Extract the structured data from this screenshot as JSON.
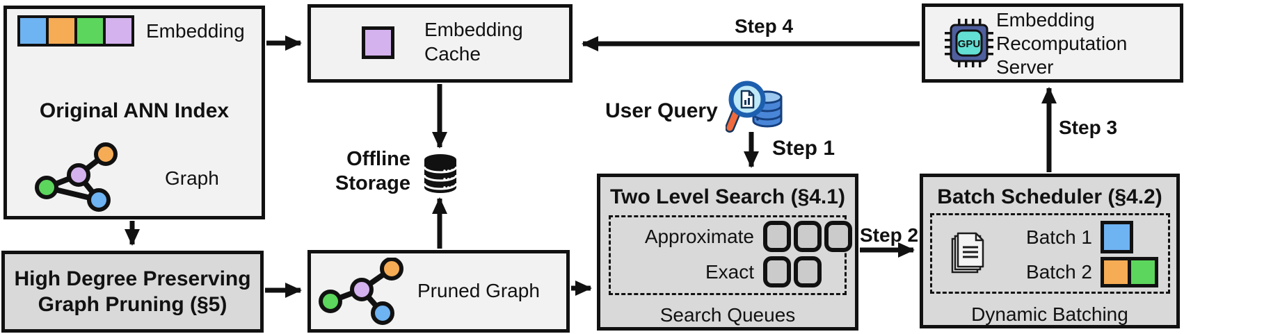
{
  "figure": {
    "ann_index": {
      "title": "Original ANN Index",
      "embedding_label": "Embedding",
      "graph_label": "Graph"
    },
    "pruning": {
      "line1": "High Degree Preserving",
      "line2": "Graph Pruning (§5)"
    },
    "embedding_cache": {
      "line1": "Embedding",
      "line2": "Cache"
    },
    "offline_storage": {
      "line1": "Offline",
      "line2": "Storage"
    },
    "pruned_graph": {
      "label": "Pruned Graph"
    },
    "user_query": {
      "label": "User Query"
    },
    "two_level_search": {
      "title": "Two Level Search (§4.1)",
      "approximate_label": "Approximate",
      "exact_label": "Exact",
      "footer": "Search Queues"
    },
    "batch_scheduler": {
      "title": "Batch Scheduler (§4.2)",
      "batch1_label": "Batch 1",
      "batch2_label": "Batch 2",
      "footer": "Dynamic Batching"
    },
    "recomputation_server": {
      "line1": "Embedding",
      "line2": "Recomputation",
      "line3": "Server"
    },
    "gpu_icon_label": "GPU",
    "steps": {
      "step1": "Step 1",
      "step2": "Step 2",
      "step3": "Step 3",
      "step4": "Step 4"
    },
    "colors": {
      "blue": "#6eb3f2",
      "orange": "#f6ac55",
      "green": "#5cd65c",
      "purple": "#d4b2ee",
      "light_box": "#f2f2f2",
      "dark_box": "#d9d9d9",
      "outline": "#111111",
      "gpu_body": "#4f5f9e",
      "gpu_core": "#63dfd4",
      "magnifier_handle": "#ef6a3d"
    }
  }
}
